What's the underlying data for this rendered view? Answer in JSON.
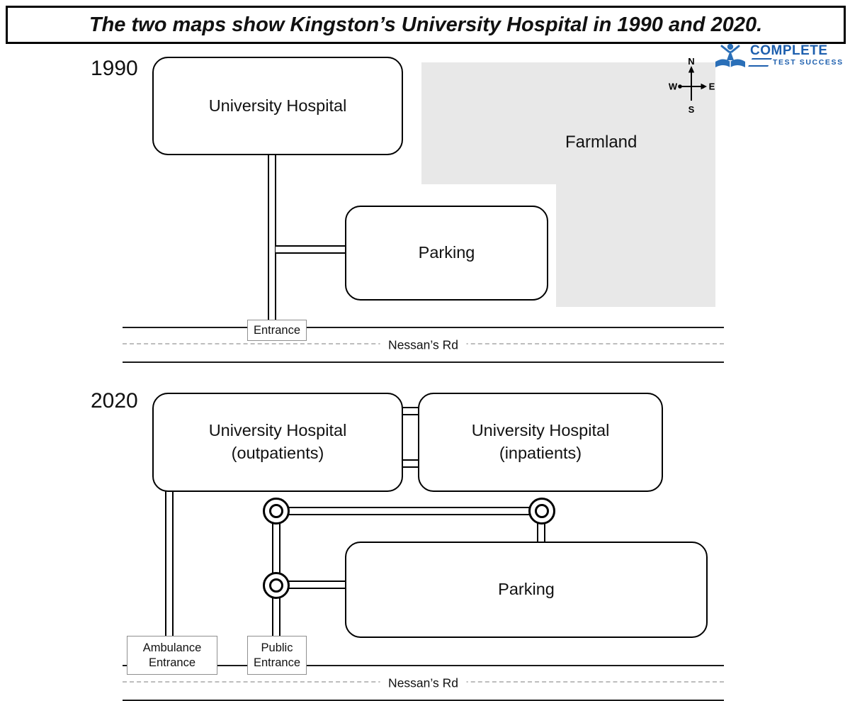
{
  "title": "The two maps show Kingston’s University Hospital in 1990 and 2020.",
  "logo": {
    "line1": "COMPLETE",
    "line2": "TEST SUCCESS"
  },
  "compass": {
    "north": "N",
    "south": "S",
    "east": "E",
    "west": "W"
  },
  "map_1990": {
    "year": "1990",
    "hospital_label": "University Hospital",
    "farmland_label": "Farmland",
    "parking_label": "Parking",
    "entrance_label": "Entrance",
    "road_label": "Nessan’s Rd"
  },
  "map_2020": {
    "year": "2020",
    "outpatients_line1": "University Hospital",
    "outpatients_line2": "(outpatients)",
    "inpatients_line1": "University Hospital",
    "inpatients_line2": "(inpatients)",
    "parking_label": "Parking",
    "ambulance_line1": "Ambulance",
    "ambulance_line2": "Entrance",
    "public_line1": "Public",
    "public_line2": "Entrance",
    "road_label": "Nessan’s Rd"
  },
  "colors": {
    "farmland_fill": "#e8e8e8",
    "line": "#000000",
    "brand_blue": "#1d5fae",
    "dash_gray": "#bdbdbd"
  }
}
